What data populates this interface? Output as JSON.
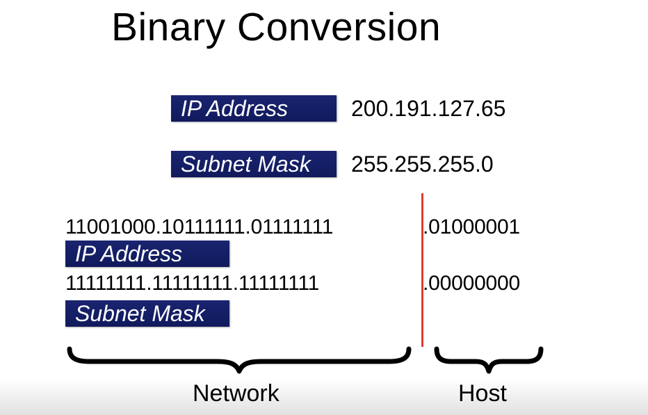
{
  "title": "Binary Conversion",
  "summary": {
    "ip": {
      "label": "IP Address",
      "value": "200.191.127.65"
    },
    "mask": {
      "label": "Subnet Mask",
      "value": "255.255.255.0"
    }
  },
  "binary": {
    "ip": {
      "network_bits": "11001000.10111111.01111111",
      "host_bits": ".01000001",
      "label": "IP Address"
    },
    "mask": {
      "network_bits": "11111111.11111111.11111111",
      "host_bits": ".00000000",
      "label": "Subnet Mask"
    }
  },
  "portions": {
    "network": "Network",
    "host": "Host"
  },
  "colors": {
    "tag_background": "#101a5c",
    "divider": "#e23a2e"
  }
}
